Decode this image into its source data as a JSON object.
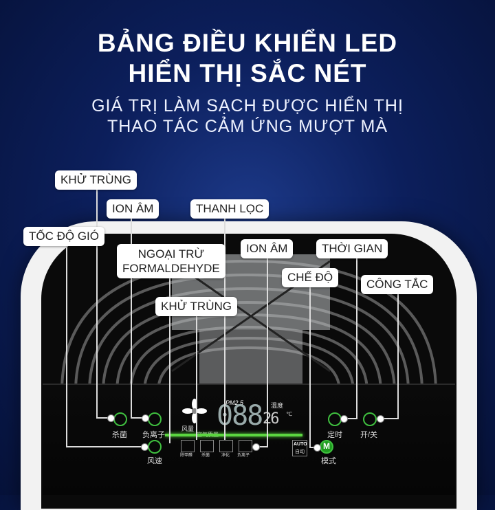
{
  "headline": {
    "title_line1": "BẢNG ĐIỀU KHIỂN LED",
    "title_line2": "HIỂN THỊ SẮC NÉT",
    "subtitle_line1": "GIÁ TRỊ LÀM SẠCH ĐƯỢC HIỂN THỊ",
    "subtitle_line2": "THAO TÁC CẢM ỨNG MƯỢT MÀ"
  },
  "callouts": {
    "khu_trung_top": "KHỬ TRÙNG",
    "ion_am_left": "ION ÂM",
    "thanh_loc": "THANH LỌC",
    "toc_do_gio": "TỐC ĐỘ GIÓ",
    "ngoai_tru_line1": "NGOẠI TRỪ",
    "ngoai_tru_line2": "FORMALDEHYDE",
    "ion_am_right": "ION ÂM",
    "thoi_gian": "THỜI GIAN",
    "che_do": "CHẾ ĐỘ",
    "cong_tac": "CÔNG TẮC",
    "khu_trung_mid": "KHỬ TRÙNG"
  },
  "panel": {
    "sterilize": "杀菌",
    "negative_ion": "负离子",
    "wind_speed": "风速",
    "timer": "定时",
    "power": "开/关",
    "mode": "模式",
    "auto": "AUTO",
    "auto_cn": "自动",
    "mode_letter": "M",
    "pm_label": "PM2.5",
    "display_value": "088",
    "temp_value": "26",
    "temp_unit": "℃",
    "air_volume": "风量",
    "air_quality": "空气质量",
    "formaldehyde_cn": "除甲醛",
    "sterilize_small": "杀菌",
    "purify_small": "净化",
    "ion_small": "负离子",
    "temp_cn": "温度"
  }
}
